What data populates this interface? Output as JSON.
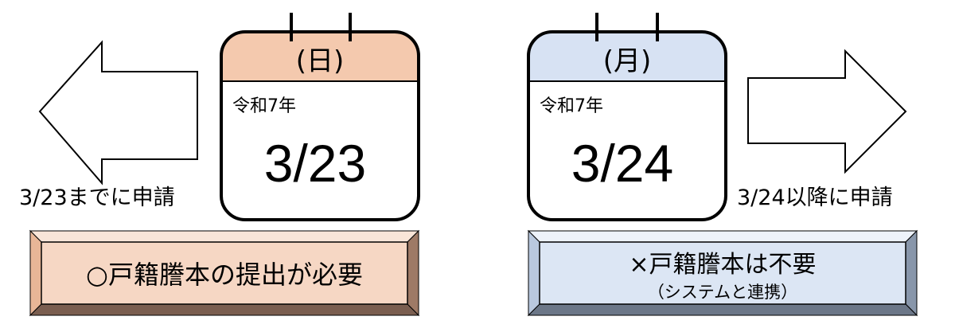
{
  "left": {
    "weekday": "(日)",
    "era": "令和7年",
    "date": "3/23",
    "arrow_label": "3/23までに申請",
    "note": "○戸籍謄本の提出が必要"
  },
  "right": {
    "weekday": "(月)",
    "era": "令和7年",
    "date": "3/24",
    "arrow_label": "3/24以降に申請",
    "note": "×戸籍謄本は不要",
    "note_sub": "（システムと連携）"
  },
  "colors": {
    "left_header": "#F4C9AE",
    "right_header": "#D7E2F3",
    "left_bevel": "#F6D7C4",
    "right_bevel": "#DCE6F4",
    "outline": "#000000"
  }
}
